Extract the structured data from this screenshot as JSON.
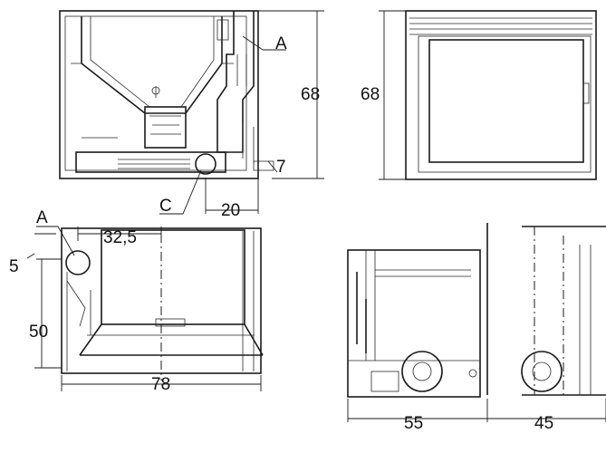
{
  "labels": {
    "top_a": "A",
    "top_c": "C",
    "top_height": "68",
    "top_offset": "7",
    "top_width_c": "20",
    "front_height": "68",
    "plan_a": "A",
    "plan_offset": "5",
    "plan_pipe": "32,5",
    "plan_depth": "50",
    "plan_width": "78",
    "side_depth": "55",
    "side_extra": "45"
  }
}
